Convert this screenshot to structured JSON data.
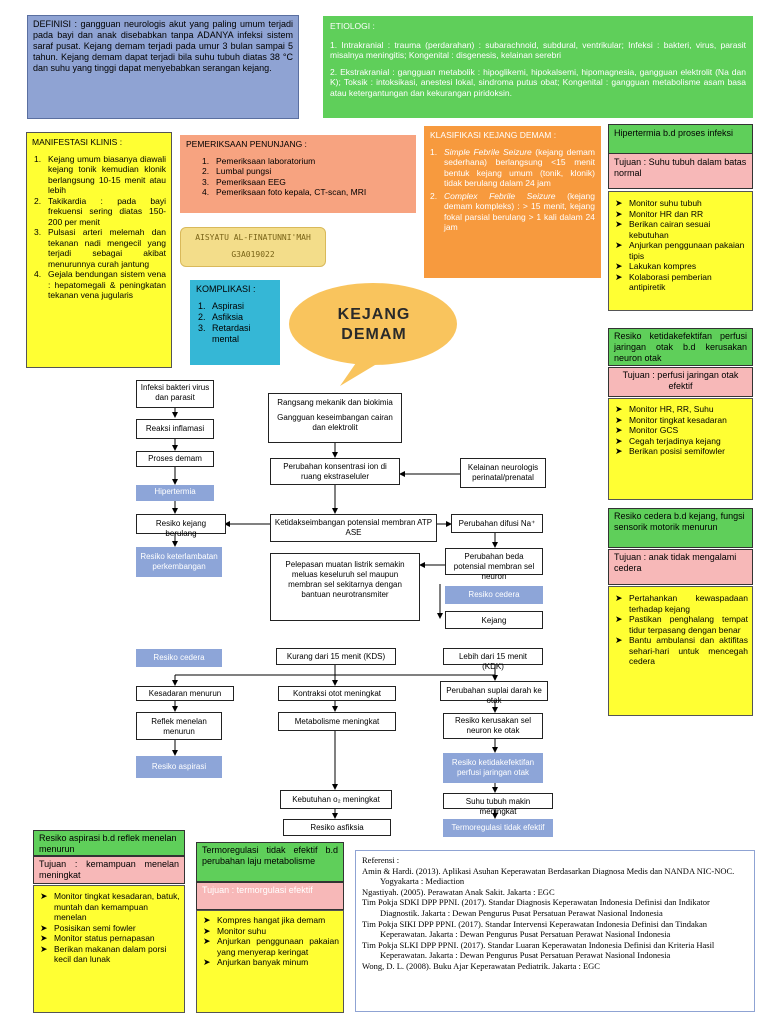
{
  "definisi": "DEFINISI : gangguan neurologis akut yang paling umum terjadi pada bayi dan anak disebabkan tanpa ADANYA infeksi sistem saraf pusat. Kejang demam terjadi pada umur 3 bulan sampai 5 tahun. Kejang demam dapat terjadi bila suhu tubuh diatas 38 °C dan suhu yang tinggi dapat menyebabkan serangan kejang.",
  "etiologi": {
    "title": "ETIOLOGI :",
    "p1": "1. Intrakranial : trauma (perdarahan) : subarachnoid, subdural, ventrikular; Infeksi : bakteri, virus, parasit misalnya meningitis; Kongenital : disgenesis, kelainan serebri",
    "p2": "2. Ekstrakranial : gangguan metabolik : hipoglikemi, hipokalsemi, hipomagnesia, gangguan elektrolit (Na dan K); Toksik : intoksikasi, anestesi lokal, sindroma putus obat; Kongenital : gangguan metabolisme asam basa atau ketergantungan dan kekurangan piridoksin."
  },
  "manifestasi": {
    "title": "MANIFESTASI KLINIS :",
    "items": [
      "Kejang umum biasanya diawali kejang tonik kemudian klonik berlangsung 10-15 menit atau lebih",
      "Takikardia : pada bayi frekuensi sering diatas 150-200 per menit",
      "Pulsasi arteri melemah dan tekanan nadi mengecil yang terjadi sebagai akibat menurunnya curah jantung",
      "Gejala bendungan sistem vena : hepatomegali & peningkatan tekanan vena jugularis"
    ]
  },
  "penunjang": {
    "title": "PEMERIKSAAN PENUNJANG :",
    "items": [
      "Pemeriksaan laboratorium",
      "Lumbal pungsi",
      "Pemeriksaan EEG",
      "Pemeriksaan foto kepala, CT-scan, MRI"
    ]
  },
  "klasifikasi": {
    "title": "KLASIFIKASI KEJANG DEMAM :",
    "n1": "1.",
    "i1_title": "Simple Febrile Seizure",
    "i1_text": "(kejang demam sederhana) berlangsung <15 menit bentuk kejang umum (tonik, klonik) tidak berulang dalam 24 jam",
    "n2": "2.",
    "i2_title": "Complex Febrile Seizure",
    "i2_text": "(kejang demam kompleks) : > 15 menit, kejang fokal parsial berulang > 1 kali dalam 24 jam"
  },
  "author": {
    "name": "AISYATU AL-FINATUNNI'MAH",
    "nim": "G3A019022"
  },
  "komplikasi": {
    "title": "KOMPLIKASI :",
    "items": [
      "Aspirasi",
      "Asfiksia",
      "Retardasi mental"
    ]
  },
  "main_title": {
    "line1": "KEJANG",
    "line2": "DEMAM"
  },
  "dx1": {
    "title": "Hipertermia b.d proses infeksi",
    "tujuan": "Tujuan : Suhu tubuh dalam batas normal",
    "items": [
      "Monitor suhu tubuh",
      "Monitor HR dan RR",
      "Berikan cairan sesuai kebutuhan",
      "Anjurkan penggunaan pakaian tipis",
      "Lakukan kompres",
      "Kolaborasi pemberian antipiretik"
    ]
  },
  "dx2": {
    "title": "Resiko ketidakefektifan perfusi jaringan otak b.d kerusakan neuron otak",
    "tujuan": "Tujuan : perfusi jaringan otak efektif",
    "items": [
      "Monitor HR, RR, Suhu",
      "Monitor tingkat kesadaran",
      "Monitor GCS",
      "Cegah terjadinya kejang",
      "Berikan posisi semifowler"
    ]
  },
  "dx3": {
    "title": "Resiko cedera b.d kejang, fungsi sensorik motorik menurun",
    "tujuan": "Tujuan : anak tidak mengalami cedera",
    "items": [
      "Pertahankan kewaspadaan terhadap kejang",
      "Pastikan penghalang tempat tidur terpasang dengan benar",
      "Bantu ambulansi dan aktifitas sehari-hari untuk mencegah cedera"
    ]
  },
  "dx4": {
    "title": "Resiko aspirasi b.d reflek menelan menurun",
    "tujuan": "Tujuan : kemampuan menelan meningkat",
    "items": [
      "Monitor tingkat kesadaran, batuk, muntah dan kemampuan menelan",
      "Posisikan semi fowler",
      "Monitor status pernapasan",
      "Berikan makanan dalam porsi kecil dan lunak"
    ]
  },
  "dx5": {
    "title": "Termoregulasi tidak efektif b.d perubahan laju metabolisme",
    "tujuan": "Tujuan : termorgulasi efektif",
    "items": [
      "Kompres hangat jika demam",
      "Monitor suhu",
      "Anjurkan penggunaan pakaian yang menyerap keringat",
      "Anjurkan banyak minum"
    ]
  },
  "flow": {
    "infeksi": "Infeksi bakteri virus dan parasit",
    "reaksi": "Reaksi inflamasi",
    "proses_demam": "Proses demam",
    "hipertermia": "Hipertermia",
    "resiko_kejang": "Resiko kejang berulang",
    "resiko_keterlambatan": "Resiko keterlambatan perkembangan",
    "rangsang": "Rangsang mekanik dan biokimia",
    "gangguan": "Gangguan keseimbangan cairan dan elektrolit",
    "perubahan_konsentrasi": "Perubahan konsentrasi ion di ruang ekstraseluler",
    "kelainan": "Kelainan neurologis perinatal/prenatal",
    "ketidakseimbangan": "Ketidakseimbangan potensial membran ATP ASE",
    "difusi": "Perubahan difusi Na⁺",
    "beda_potensial": "Perubahan beda potensial membran sel neuron",
    "pelepasan": "Pelepasan muatan listrik semakin meluas keseluruh sel maupun membran sel sekitarnya dengan bantuan neurotransmiter",
    "resiko_cedera_r": "Resiko cedera",
    "kejang": "Kejang",
    "resiko_cedera_l": "Resiko cedera",
    "kurang15": "Kurang dari 15 menit (KDS)",
    "lebih15": "Lebih dari 15 menit (KDK)",
    "kesadaran": "Kesadaran menurun",
    "kontraksi": "Kontraksi otot meningkat",
    "suplai": "Perubahan suplai darah ke otak",
    "reflek": "Reflek menelan menurun",
    "metabolisme": "Metabolisme meningkat",
    "kerusakan": "Resiko kerusakan sel neuron ke otak",
    "resiko_aspirasi": "Resiko aspirasi",
    "resiko_perfusi": "Resiko ketidakefektifan perfusi jaringan otak",
    "kebutuhan_o2": "Kebutuhan o₂ meningkat",
    "suhu_tubuh": "Suhu tubuh makin meningkat",
    "resiko_asfiksia": "Resiko asfiksia",
    "termoregulasi": "Termoregulasi tidak efektif"
  },
  "referensi": {
    "title": "Referensi :",
    "items": [
      "Amin & Hardi. (2013). Aplikasi Asuhan Keperawatan Berdasarkan Diagnosa Medis dan NANDA NIC-NOC. Yogyakarta : Mediaction",
      "Ngastiyah. (2005). Perawatan Anak Sakit. Jakarta : EGC",
      "Tim Pokja SDKI DPP PPNI. (2017). Standar Diagnosis Keperawatan Indonesia Definisi dan Indikator Diagnostik. Jakarta : Dewan Pengurus Pusat Persatuan Perawat Nasional Indonesia",
      "Tim Pokja SIKI DPP PPNI. (2017). Standar Intervensi Keperawatan Indonesia Definisi dan Tindakan Keperawatan. Jakarta : Dewan Pengurus Pusat Persatuan Perawat Nasional Indonesia",
      "Tim Pokja SLKI DPP PPNI. (2017). Standar Luaran Keperawatan Indonesia Definisi dan Kriteria Hasil Keperawatan. Jakarta : Dewan Pengurus Pusat Persatuan Perawat Nasional Indonesia",
      "Wong, D. L. (2008). Buku Ajar Keperawatan Pediatrik. Jakarta : EGC"
    ]
  },
  "colors": {
    "blue_box": "#8fa3d3",
    "green": "#5fcf5a",
    "yellow": "#ffff33",
    "salmon": "#f7a380",
    "orange": "#f79a3e",
    "teal": "#35b7d6",
    "light_blue_flow": "#8da5d8"
  }
}
